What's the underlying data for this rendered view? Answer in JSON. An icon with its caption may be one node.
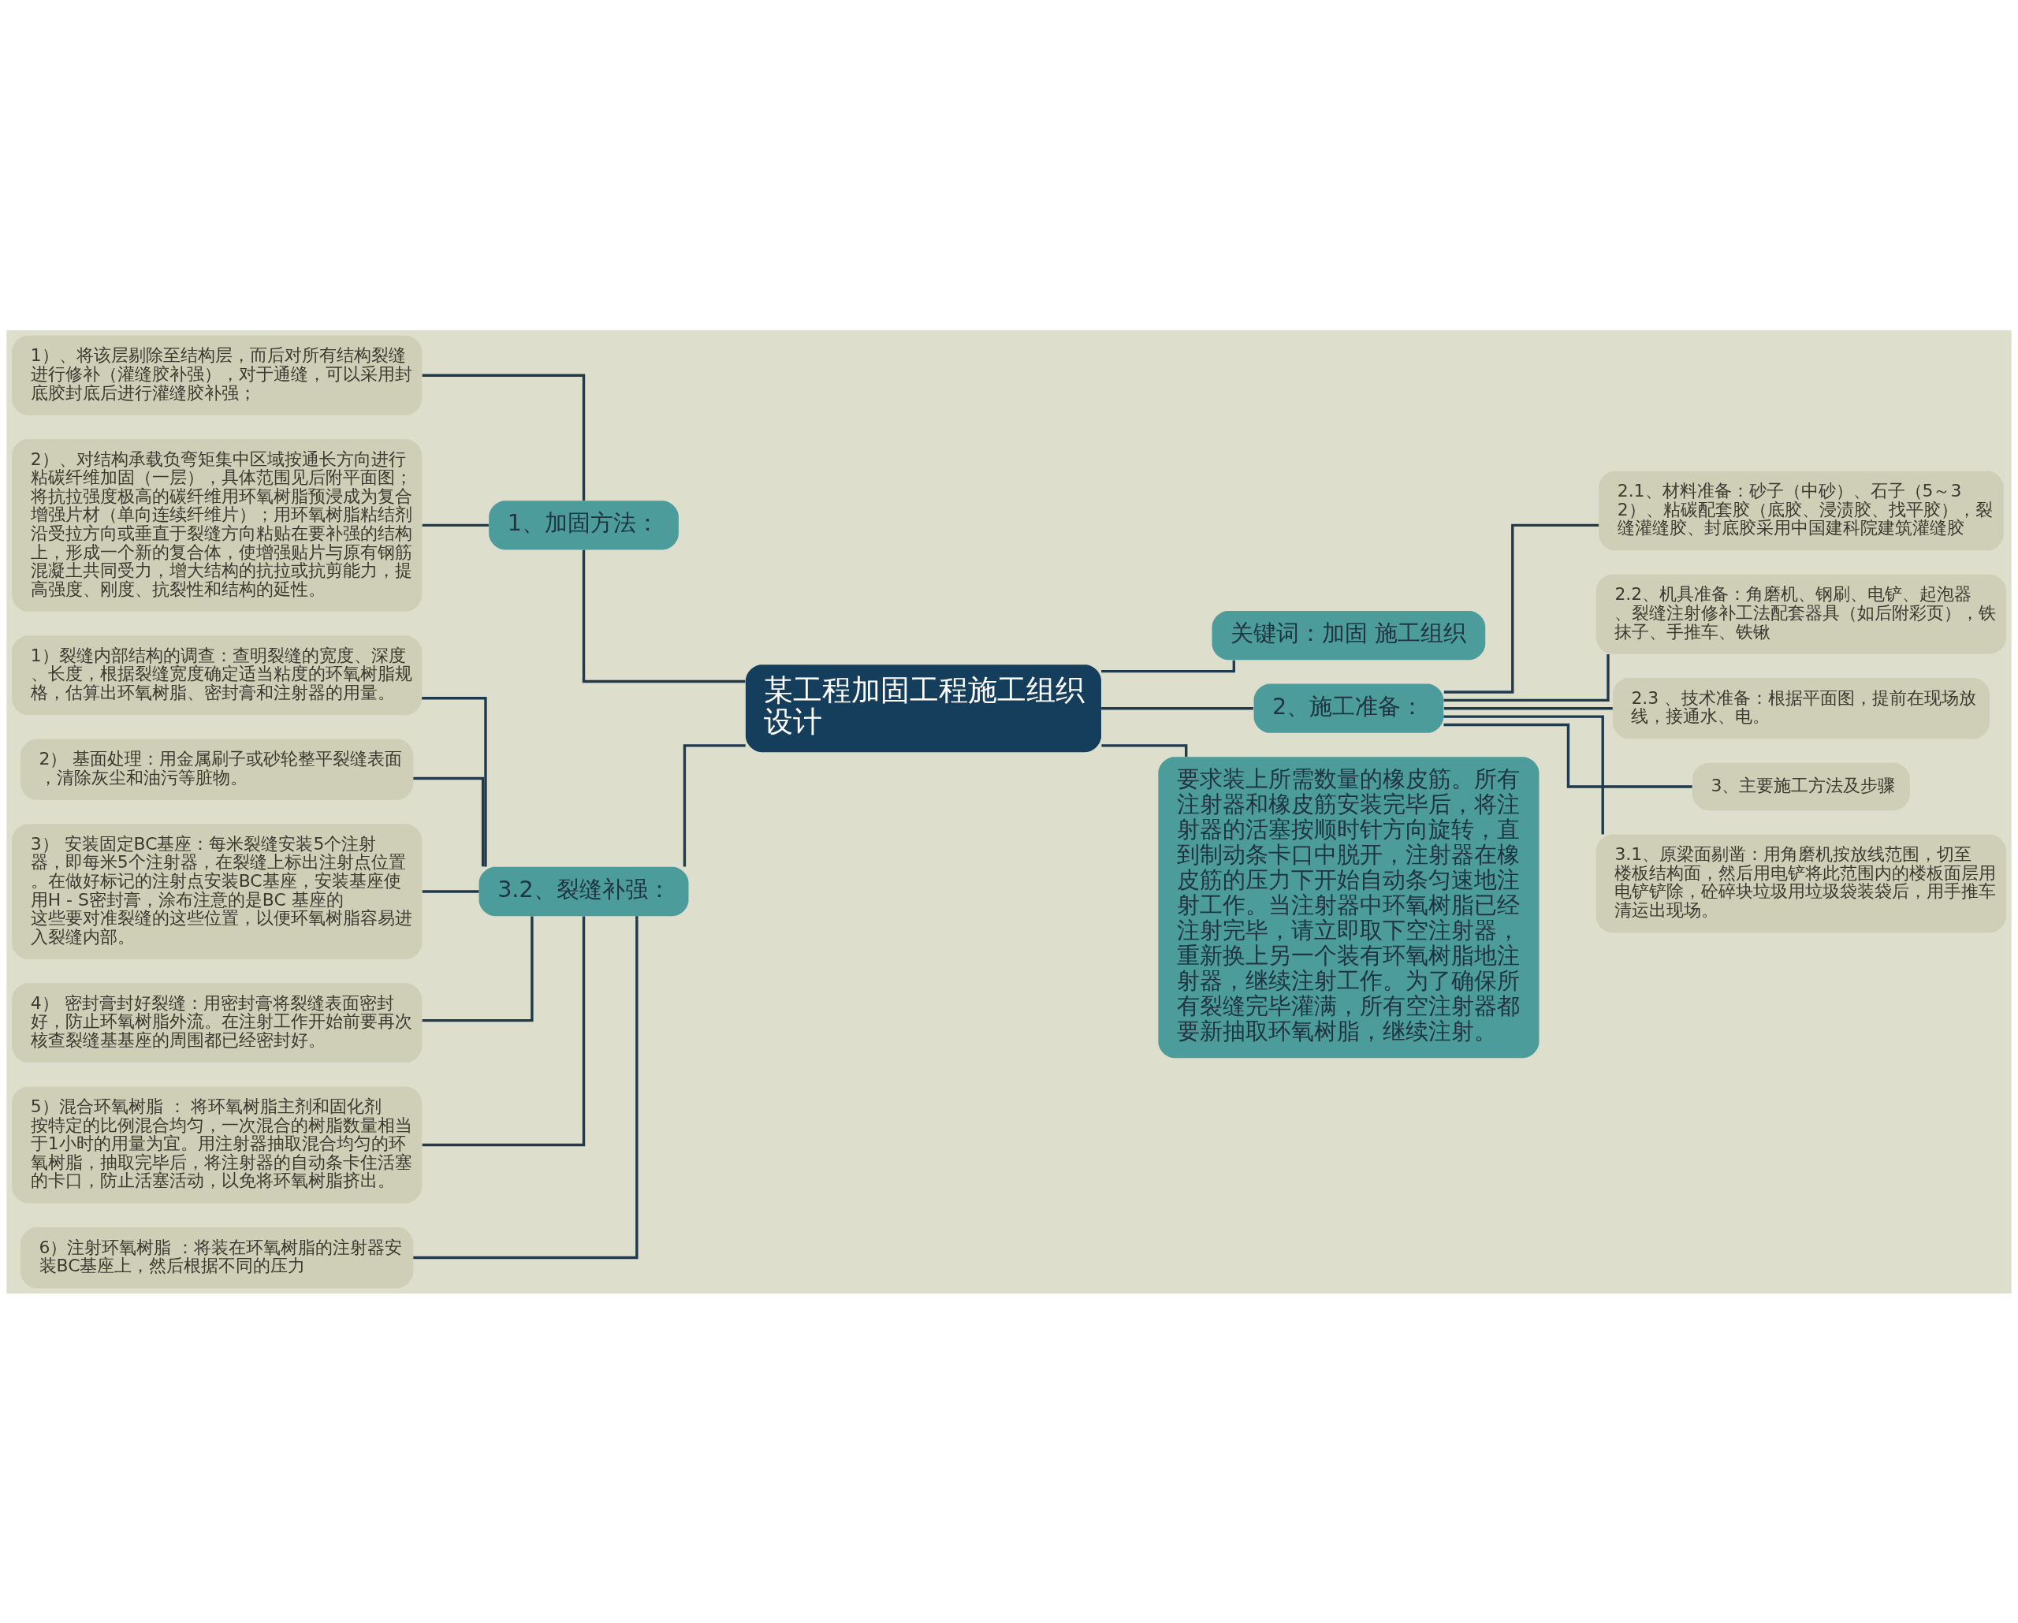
{
  "diagram": {
    "nodes": [
      {
        "text": [
          "某工程加固工程施工组织设计"
        ]
      },
      {
        "text": [
          "1、加固方法："
        ]
      },
      {
        "text": [
          "1）、将该层剔除至结构层，而后对所有结构裂缝进行修补（灌缝胶补强），对于通缝，可以采用封底胶封底后进行灌缝胶补强；"
        ]
      },
      {
        "text": [
          "2）、对结构承载负弯矩集中区域按通长方向进行粘碳纤维加固（一层），具体范围见后附平面图；将抗拉强度极高的碳纤维用环氧树脂预浸成为复合增强片材（单向连续纤维片）；用环氧树脂粘结剂沿受拉方向或垂直于裂缝方向粘贴在要补强的结构上，形成一个新的复合体，使增强贴片与原有钢筋混凝土共同受力，增大结构的抗拉或抗剪能力，提高强度、刚度、抗裂性和结构的延性。"
        ]
      },
      {
        "text": [
          "3.2、裂缝补强："
        ]
      },
      {
        "text": [
          "1）裂缝内部结构的调查：查明裂缝的宽度、深度、长度，根据裂缝宽度确定适当粘度的环氧树脂规格，估算出环氧树脂、密封膏和注射器的用量。"
        ]
      },
      {
        "text": [
          "2） 基面处理：用金属刷子或砂轮整平裂缝表面，清除灰尘和油污等脏物。"
        ]
      },
      {
        "text": [
          "3） 安装固定BC基座：每米裂缝安装5个注射器，即每米5个注射器，在裂缝上标出注射点位置。在做好标记的注射点安装BC基座，安装基座使用H - S密封膏，涂布注意的是BC 基座的这些要对准裂缝的这些位置，以便环氧树脂容易进入裂缝内部。"
        ]
      },
      {
        "text": [
          "4） 密封膏封好裂缝：用密封膏将裂缝表面密封好，防止环氧树脂外流。在注射工作开始前要再次核查裂缝基基座的周围都已经密封好。"
        ]
      },
      {
        "text": [
          "5）混合环氧树脂 ： 将环氧树脂主剂和固化剂按特定的比例混合均匀，一次混合的树脂数量相当于1小时的用量为宜。用注射器抽取混合均匀的环氧树脂，抽取完毕后，将注射器的自动条卡住活塞的卡口，防止活塞活动，以免将环氧树脂挤出。"
        ]
      },
      {
        "text": [
          "6）注射环氧树脂 ：将装在环氧树脂的注射器安装BC基座上，然后根据不同的压力"
        ]
      },
      {
        "text": [
          "关键词：加固 施工组织"
        ]
      },
      {
        "text": [
          "2、施工准备："
        ]
      },
      {
        "text": [
          "2.1、材料准备：砂子（中砂）、石子（5～32）、粘碳配套胶（底胶、浸渍胶、找平胶），裂缝灌缝胶、封底胶采用中国建科院建筑灌缝胶"
        ]
      },
      {
        "text": [
          "2.2、机具准备：角磨机、钢刷、电铲、起泡器、裂缝注射修补工法配套器具（如后附彩页），铁抹子、手推车、铁锹"
        ]
      },
      {
        "text": [
          "2.3 、技术准备：根据平面图，提前在现场放线，接通水、电。"
        ]
      },
      {
        "text": [
          "3、主要施工方法及步骤"
        ]
      },
      {
        "text": [
          "3.1、原梁面剔凿：用角磨机按放线范围，切至楼板结构面，然后用电铲将此范围内的楼板面层用电铲铲除，砼碎块垃圾用垃圾袋装袋后，用手推车清运出现场。"
        ]
      },
      {
        "text": [
          "要求装上所需数量的橡皮筋。所有注射器和橡皮筋安装完毕后，将注射器的活塞按顺时针方向旋转，直到制动条卡口中脱开，注射器在橡皮筋的压力下开始自动条匀速地注射工作。当注射器中环氧树脂已经注射完毕，请立即取下空注射器，重新换上另一个装有环氧树脂地注射器，继续注射工作。为了确保所有裂缝完毕灌满，所有空注射器都要新抽取环氧树脂，继续注射。"
        ]
      }
    ],
    "edges": [
      {
        "from": 2,
        "to": 1,
        "arrow": "none"
      },
      {
        "from": 3,
        "to": 1,
        "arrow": "none"
      },
      {
        "from": 1,
        "to": 0,
        "arrow": "none"
      },
      {
        "from": 5,
        "to": 4,
        "arrow": "none"
      },
      {
        "from": 6,
        "to": 4,
        "arrow": "none"
      },
      {
        "from": 7,
        "to": 4,
        "arrow": "none"
      },
      {
        "from": 8,
        "to": 4,
        "arrow": "none"
      },
      {
        "from": 9,
        "to": 4,
        "arrow": "none"
      },
      {
        "from": 10,
        "to": 4,
        "arrow": "none"
      },
      {
        "from": 4,
        "to": 0,
        "arrow": "none"
      },
      {
        "from": 0,
        "to": 11,
        "arrow": "none"
      },
      {
        "from": 0,
        "to": 12,
        "arrow": "none"
      },
      {
        "from": 12,
        "to": 13,
        "arrow": "none"
      },
      {
        "from": 12,
        "to": 14,
        "arrow": "none"
      },
      {
        "from": 12,
        "to": 15,
        "arrow": "none"
      },
      {
        "from": 12,
        "to": 16,
        "arrow": "none"
      },
      {
        "from": 12,
        "to": 17,
        "arrow": "none"
      },
      {
        "from": 0,
        "to": 18,
        "arrow": "none"
      }
    ]
  }
}
